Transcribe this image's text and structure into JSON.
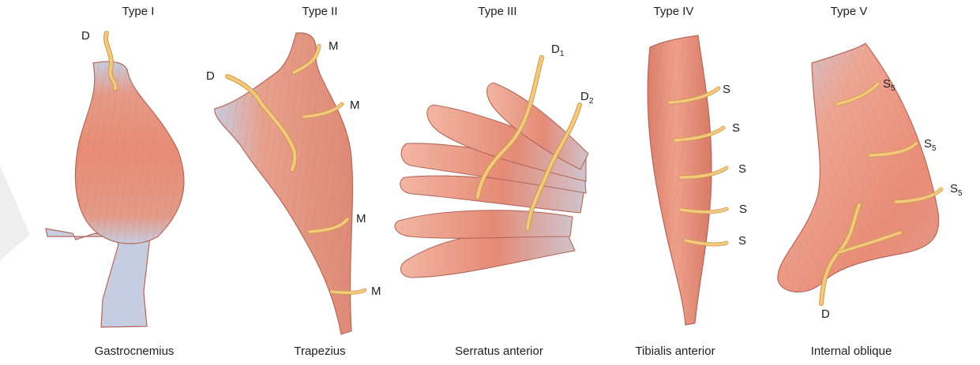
{
  "figure": {
    "panels": [
      {
        "type": "Type I",
        "muscle": "Gastrocnemius",
        "labels": [
          "D"
        ]
      },
      {
        "type": "Type II",
        "muscle": "Trapezius",
        "labels": [
          "D",
          "M",
          "M",
          "M",
          "M"
        ]
      },
      {
        "type": "Type III",
        "muscle": "Serratus anterior",
        "labels": [
          {
            "base": "D",
            "sub": "1"
          },
          {
            "base": "D",
            "sub": "2"
          }
        ]
      },
      {
        "type": "Type IV",
        "muscle": "Tibialis anterior",
        "labels": [
          "S",
          "S",
          "S",
          "S",
          "S"
        ]
      },
      {
        "type": "Type V",
        "muscle": "Internal oblique",
        "labels": [
          {
            "base": "S",
            "sub": "5"
          },
          {
            "base": "S",
            "sub": "5"
          },
          {
            "base": "S",
            "sub": "5"
          },
          "D"
        ]
      }
    ],
    "colors": {
      "muscle": "#e7907c",
      "muscle_light": "#f1b7a4",
      "muscle_edge": "#b5675a",
      "tendon": "#c7cde0",
      "nerve": "#f5c97d",
      "nerve_edge": "#c99a4a"
    }
  }
}
